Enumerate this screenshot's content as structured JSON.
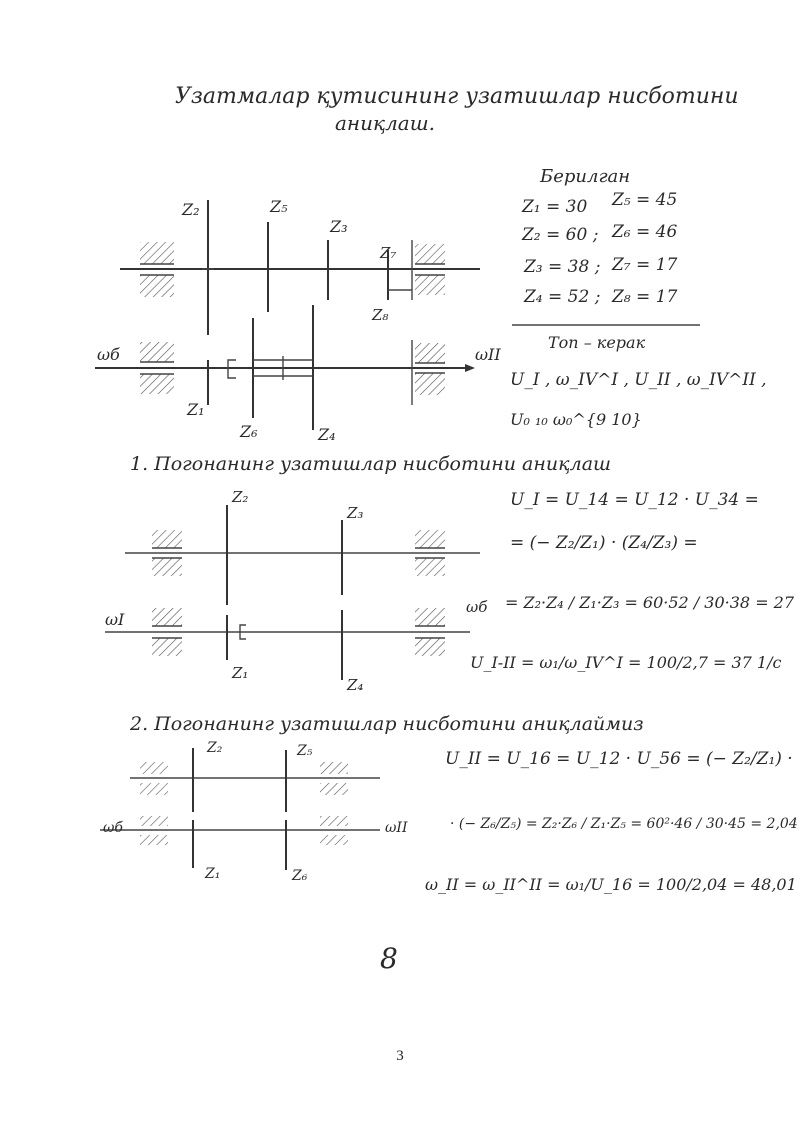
{
  "title_line1": "Узатмалар қутисининг узатишлар нисботини",
  "title_line2": "аниқлаш.",
  "given": {
    "header": "Берилган",
    "rows": [
      [
        "Z₁ = 30",
        "Z₅ = 45"
      ],
      [
        "Z₂ = 60 ;",
        "Z₆ = 46"
      ],
      [
        "Z₃ = 38 ;",
        "Z₇ = 17"
      ],
      [
        "Z₄ = 52 ;",
        "Z₈ = 17"
      ]
    ],
    "find_label": "Топ – керак",
    "find_items": "U_I , ω_IV^I , U_II , ω_IV^II ,",
    "find_items2": "U₀ ₁₀ ω₀^{9 10}"
  },
  "diagram1_labels": {
    "z1": "Z₁",
    "z2": "Z₂",
    "z3": "Z₃",
    "z4": "Z₄",
    "z5": "Z₅",
    "z6": "Z₆",
    "z7": "Z₇",
    "z8": "Z₈",
    "w_in": "ωб",
    "w_out": "ωII"
  },
  "section1": {
    "heading": "1. Погонанинг узатишлар нисботини аниқлаш",
    "eq1": "U_I = U_14 = U_12 · U_34 =",
    "eq2": "= (− Z₂/Z₁) · (Z₄/Z₃) =",
    "eq3": "= Z₂·Z₄ / Z₁·Z₃ = 60·52 / 30·38 = 27",
    "eq4": "U_I-II = ω₁/ω_IV^I = 100/2,7 = 37 1/c",
    "labels": {
      "z1": "Z₁",
      "z2": "Z₂",
      "z3": "Z₃",
      "z4": "Z₄",
      "w_in": "ωI",
      "w_out": "ωб"
    }
  },
  "section2": {
    "heading": "2. Погонанинг узатишлар нисботини аниқлаймиз",
    "eq1": "U_II = U_16 = U_12 · U_56 = (− Z₂/Z₁) ·",
    "eq2": "· (− Z₆/Z₅) = Z₂·Z₆ / Z₁·Z₅ = 60²·46 / 30·45 = 2,04",
    "eq3": "ω_II = ω_II^II = ω₁/U_16 = 100/2,04 = 48,01",
    "labels": {
      "z1": "Z₁",
      "z2": "Z₂",
      "z5": "Z₅",
      "z6": "Z₆",
      "w_in": "ωб",
      "w_out": "ωII"
    }
  },
  "page_mark": "8",
  "page_number": "3"
}
